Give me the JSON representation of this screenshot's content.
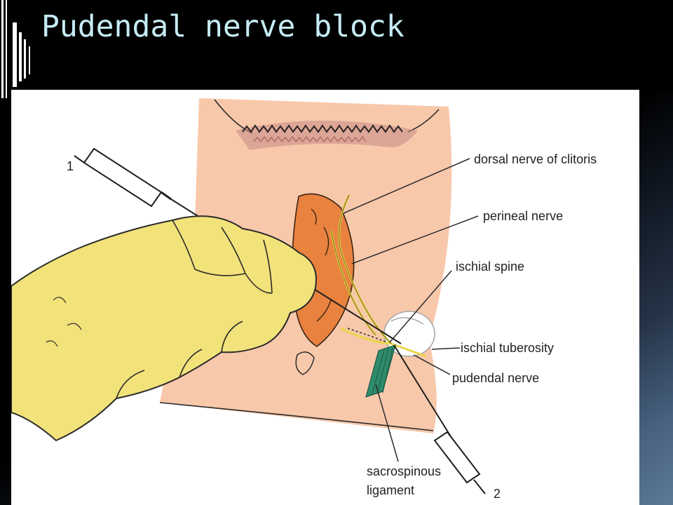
{
  "title": "Pudendal nerve block",
  "labels": {
    "dorsal_nerve_of_clitoris": "dorsal nerve of clitoris",
    "perineal_nerve": "perineal nerve",
    "ischial_spine": "ischial spine",
    "ischial_tuberosity": "ischial tuberosity",
    "pudendal_nerve": "pudendal nerve",
    "sacrospinous_line1": "sacrospinous",
    "sacrospinous_line2": "ligament"
  },
  "needle_numbers": [
    "1",
    "2"
  ],
  "colors": {
    "title_text": "#c6ecf4",
    "skin": "#f8c8aa",
    "glove": "#f2e27a",
    "nerve": "#e8d64a",
    "ligament": "#2e8b6c",
    "labia": "#e9823f"
  }
}
